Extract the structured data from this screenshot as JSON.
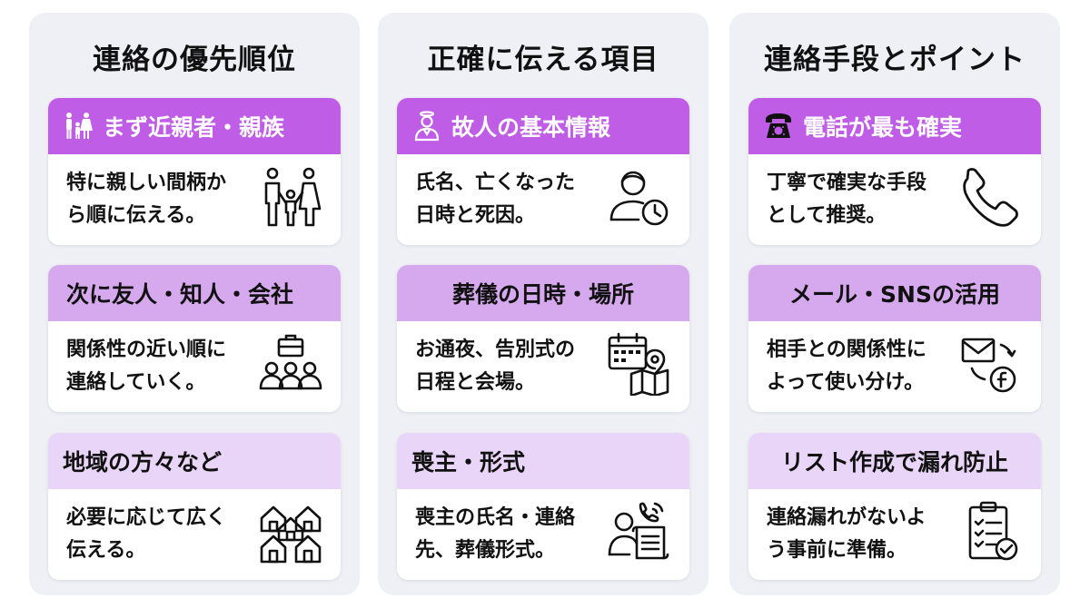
{
  "columns": [
    {
      "title": "連絡の優先順位",
      "cards": [
        {
          "header": "まず近親者・親族",
          "header_icon": "family-icon",
          "body_line1": "特に親しい間柄か",
          "body_line2": "ら順に伝える。",
          "body_icon": "family-icon"
        },
        {
          "header": "次に友人・知人・会社",
          "body_line1": "関係性の近い順に",
          "body_line2": "連絡していく。",
          "body_icon": "briefcase-group-icon"
        },
        {
          "header": "地域の方々など",
          "body_line1": "必要に応じて広く",
          "body_line2": "伝える。",
          "body_icon": "houses-icon"
        }
      ]
    },
    {
      "title": "正確に伝える項目",
      "cards": [
        {
          "header": "故人の基本情報",
          "header_icon": "deceased-person-icon",
          "body_line1": "氏名、亡くなった",
          "body_line2": "日時と死因。",
          "body_icon": "person-clock-icon"
        },
        {
          "header": "葬儀の日時・場所",
          "body_line1": "お通夜、告別式の",
          "body_line2": "日程と会場。",
          "body_icon": "calendar-map-icon"
        },
        {
          "header": "喪主・形式",
          "body_line1": "喪主の氏名・連絡",
          "body_line2": "先、葬儀形式。",
          "body_icon": "person-phone-document-icon"
        }
      ]
    },
    {
      "title": "連絡手段とポイント",
      "cards": [
        {
          "header": "電話が最も確実",
          "header_icon": "telephone-icon",
          "body_line1": "丁寧で確実な手段",
          "body_line2": "として推奨。",
          "body_icon": "phone-handset-icon"
        },
        {
          "header": "メール・SNSの活用",
          "body_line1": "相手との関係性に",
          "body_line2": "よって使い分け。",
          "body_icon": "mail-sns-icon"
        },
        {
          "header": "リスト作成で漏れ防止",
          "body_line1": "連絡漏れがないよ",
          "body_line2": "う事前に準備。",
          "body_icon": "checklist-icon"
        }
      ]
    }
  ],
  "colors": {
    "column_bg": "#eef0f5",
    "header_strong": "#c05de6",
    "header_medium": "#d6a9ef",
    "header_light": "#e9d5f7",
    "text": "#111111"
  }
}
